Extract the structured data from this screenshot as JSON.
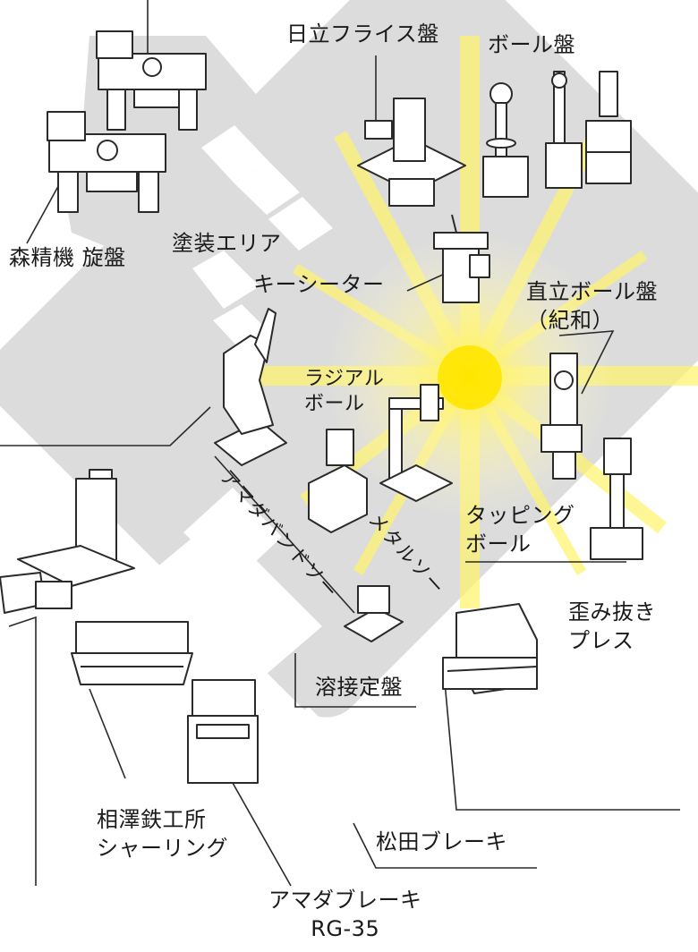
{
  "colors": {
    "floor": "#dcdcdc",
    "aisle": "#ffffff",
    "glow": "#fff36a",
    "glow_core": "#ffe600",
    "line": "#2a2a2a",
    "text": "#1a1a1a"
  },
  "labels": {
    "mori_lathe": "森精機 旋盤",
    "painting_area": "塗装エリア",
    "hitachi_milling": [
      "日立フライス盤"
    ],
    "ball_mill": [
      "ボール盤"
    ],
    "key_seater": [
      "キーシーター"
    ],
    "vertical_drill": [
      "直立ボール盤",
      "（紀和）"
    ],
    "radial_drill": [
      "ラジアル",
      "ボール"
    ],
    "tapping_drill": [
      "タッピング",
      "ボール"
    ],
    "amada_bandsaw": "アマダバンドソー",
    "metal_saw": "メタルソー",
    "straightening_press": [
      "歪み抜き",
      "プレス"
    ],
    "welding_table": [
      "溶接定盤"
    ],
    "aizawa_shearing": [
      "相澤鉄工所",
      "シャーリング"
    ],
    "matsuda_brake": [
      "松田ブレーキ"
    ],
    "amada_brake": [
      "アマダブレーキ",
      "RG-35"
    ]
  },
  "icons": {
    "lathe_top": "lathe-icon",
    "lathe_mori": "lathe-icon",
    "milling": "milling-machine-icon",
    "drill_1": "drill-press-icon",
    "drill_2": "drill-press-icon",
    "drill_3": "drill-press-icon",
    "keyseater": "keyseater-icon",
    "robot": "robot-arm-icon",
    "radial": "radial-drill-icon",
    "bandsaw": "bandsaw-icon",
    "metal_saw": "metal-saw-icon",
    "vertical_drills": "drill-press-icon",
    "tapping": "tapping-machine-icon",
    "boring": "boring-machine-icon",
    "shear": "shearing-machine-icon",
    "amada_brake": "press-brake-icon",
    "press": "press-icon"
  }
}
